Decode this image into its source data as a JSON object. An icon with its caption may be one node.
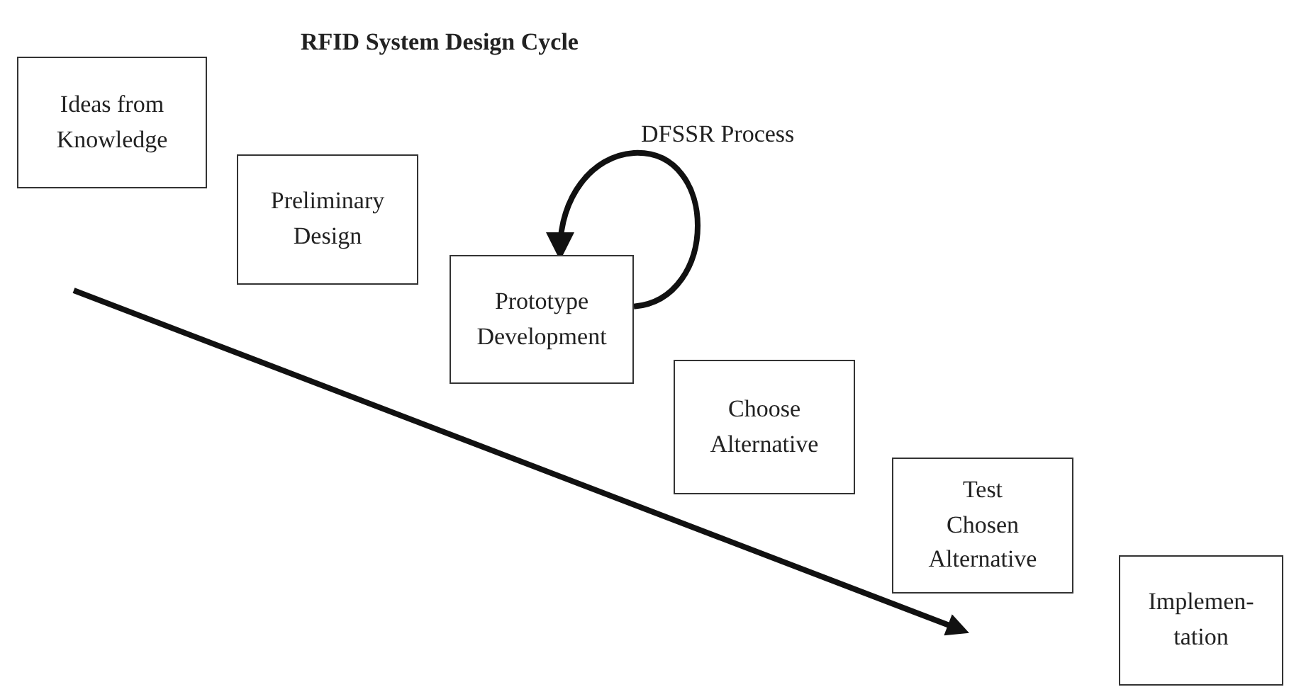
{
  "diagram": {
    "title": "RFID System Design Cycle",
    "nodes": [
      {
        "text": [
          "Ideas from Knowledge"
        ]
      },
      {
        "text": [
          "Preliminary Design"
        ]
      },
      {
        "text": [
          "Prototype Development"
        ]
      },
      {
        "text": [
          "Choose Alternative"
        ]
      },
      {
        "text": [
          "Test Chosen Alternative"
        ]
      },
      {
        "text": [
          "Implemen- tation"
        ]
      }
    ],
    "edges": [
      {
        "from": 2,
        "to": 2,
        "arrow": "to",
        "label": "DFSSR Process"
      }
    ]
  }
}
